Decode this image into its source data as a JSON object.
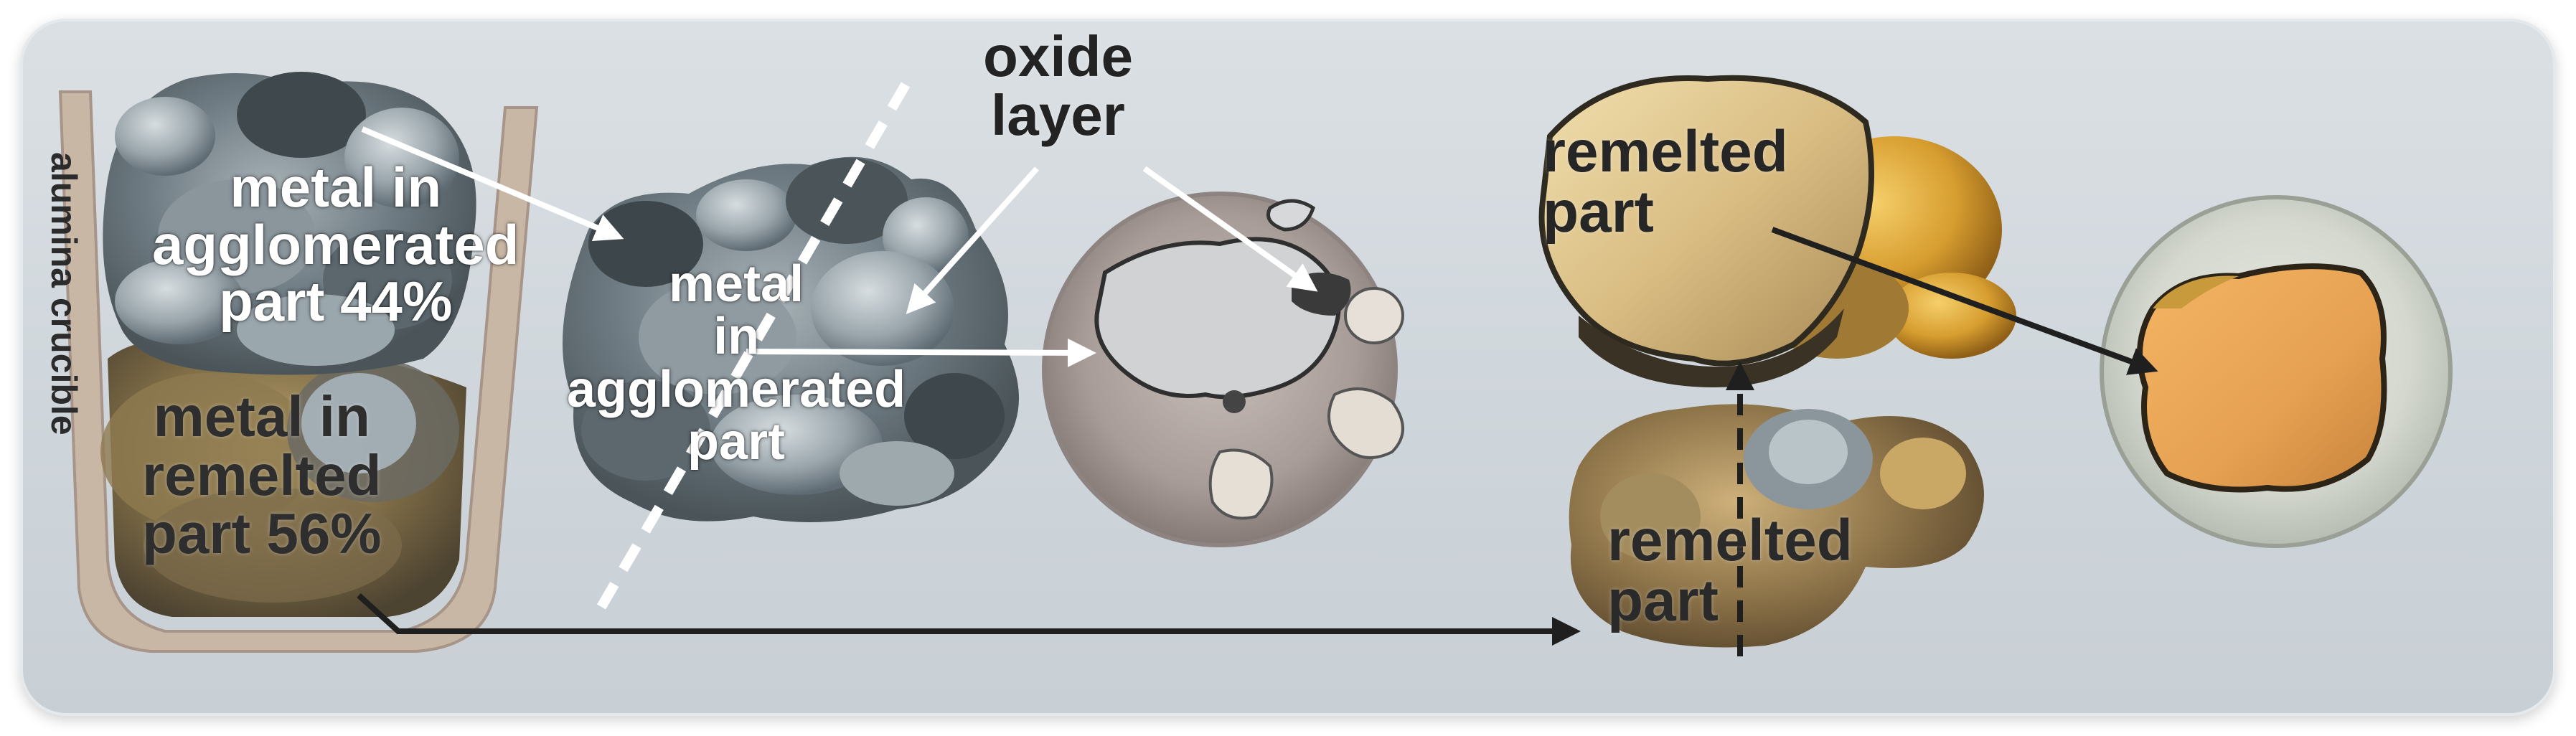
{
  "labels": {
    "crucible_vertical": "alumina crucible",
    "metal_agglomerated": [
      "metal in",
      "agglomerated",
      "part 44%"
    ],
    "metal_remelted": [
      "metal in",
      "remelted",
      "part 56%"
    ],
    "middle_metal": [
      "metal",
      "in",
      "agglomerated",
      "part"
    ],
    "oxide": [
      "oxide",
      "layer"
    ],
    "remelted_top": [
      "remelted",
      "part"
    ],
    "remelted_bottom": [
      "remelted",
      "part"
    ]
  },
  "colors": {
    "panel_bg": "#d3d9de",
    "arrow_white": "#ffffff",
    "arrow_black": "#1f1f1f",
    "gold": "#d8a34f",
    "slag": "#6c7b83"
  }
}
